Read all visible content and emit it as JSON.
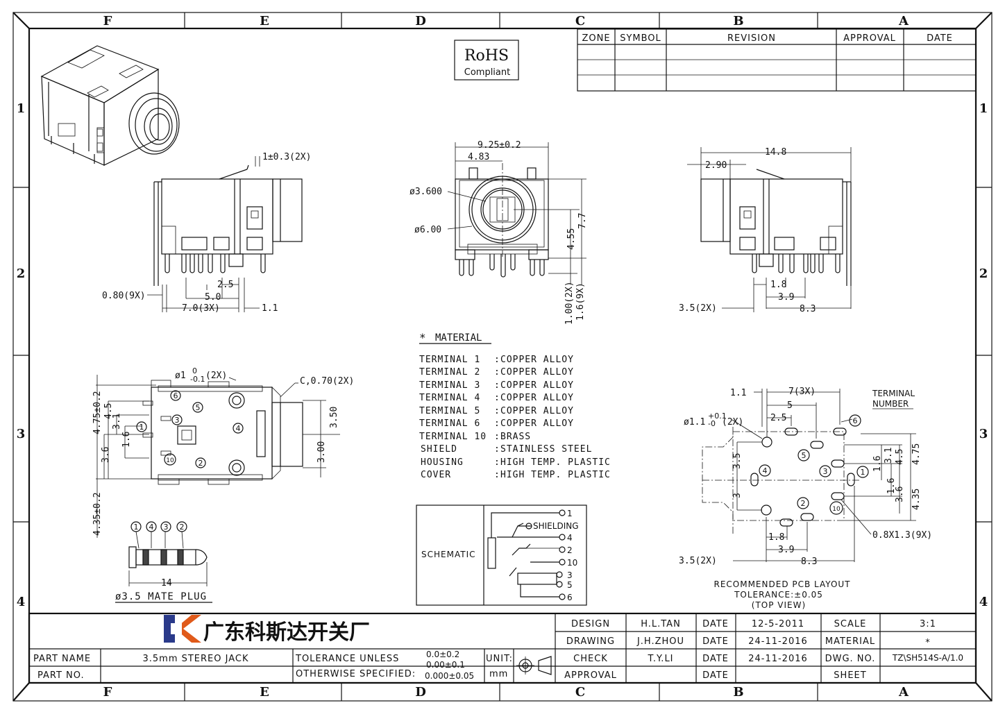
{
  "zones": {
    "cols": [
      "F",
      "E",
      "D",
      "C",
      "B",
      "A"
    ],
    "rows": [
      "1",
      "2",
      "3",
      "4"
    ]
  },
  "revision_table": {
    "headers": [
      "ZONE",
      "SYMBOL",
      "REVISION",
      "APPROVAL",
      "DATE"
    ]
  },
  "rohs": {
    "line1": "RoHS",
    "line2": "Compliant"
  },
  "side_view_left": {
    "pin_note": "1±0.3(2X)",
    "pin_width": "0.80(9X)",
    "dim_2_5": "2.5",
    "dim_5_0": "5.0",
    "dim_7_0": "7.0(3X)",
    "dim_1_1": "1.1"
  },
  "front_view": {
    "width": "9.25±0.2",
    "offset": "4.83",
    "inner_dia": "ø3.600",
    "outer_dia": "ø6.00",
    "height_center": "4.55",
    "height_total": "7.7",
    "pin_len_1": "1.00(2X)",
    "pin_len_2": "1.6(9X)"
  },
  "side_view_right": {
    "length": "14.8",
    "offset": "2.90",
    "dim_1_8": "1.8",
    "dim_3_9": "3.9",
    "dim_8_3": "8.3",
    "dim_3_5": "3.5(2X)"
  },
  "material": {
    "title": "MATERIAL",
    "rows": [
      {
        "part": "TERMINAL 1",
        "sep": ":",
        "mat": "COPPER ALLOY"
      },
      {
        "part": "TERMINAL 2",
        "sep": ":",
        "mat": "COPPER ALLOY"
      },
      {
        "part": "TERMINAL 3",
        "sep": ":",
        "mat": "COPPER ALLOY"
      },
      {
        "part": "TERMINAL 4",
        "sep": ":",
        "mat": "COPPER ALLOY"
      },
      {
        "part": "TERMINAL 5",
        "sep": ":",
        "mat": "COPPER ALLOY"
      },
      {
        "part": "TERMINAL 6",
        "sep": ":",
        "mat": "COPPER ALLOY"
      },
      {
        "part": "TERMINAL 10",
        "sep": ":",
        "mat": "BRASS"
      },
      {
        "part": "SHIELD",
        "sep": ":",
        "mat": "STAINLESS STEEL"
      },
      {
        "part": "HOUSING",
        "sep": ":",
        "mat": "HIGH TEMP. PLASTIC"
      },
      {
        "part": "COVER",
        "sep": ":",
        "mat": "HIGH TEMP. PLASTIC"
      }
    ]
  },
  "bottom_view": {
    "hole": "ø1",
    "hole_tol": "(2X)",
    "tol_up": "0",
    "tol_dn": "-0.1",
    "chamfer": "C,0.70(2X)",
    "h_4_75": "4.75±0.2",
    "h_4_5": "4.5",
    "h_3_1": "3.1",
    "h_1_6": "1.6",
    "h_3_6": "3.6",
    "h_4_35": "4.35±0.2",
    "r_3_50": "3.50",
    "r_3_00": "3.00"
  },
  "terminals": [
    "1",
    "2",
    "3",
    "4",
    "5",
    "6",
    "10"
  ],
  "plug": {
    "rings": [
      "1",
      "4",
      "3",
      "2"
    ],
    "length": "14",
    "caption": "ø3.5 MATE PLUG"
  },
  "schematic": {
    "title": "SCHEMATIC",
    "pins": [
      "1",
      "SHIELDING",
      "4",
      "2",
      "10",
      "3",
      "5",
      "6"
    ]
  },
  "pcb": {
    "dim_1_1": "1.1",
    "dim_7": "7(3X)",
    "dim_5": "5",
    "dim_2_5": "2.5",
    "hole": "ø1.1",
    "hole_tol": "(2X)",
    "tol_up": "+0.1",
    "tol_dn": "-0",
    "term_label_1": "TERMINAL",
    "term_label_2": "NUMBER",
    "v_3_5": "3.5",
    "v_3": "3",
    "r_3_1": "3.1",
    "r_1_6": "1.6",
    "r_4_5": "4.5",
    "r_4_75": "4.75",
    "r_1_6b": "1.6",
    "r_3_6": "3.6",
    "r_4_35": "4.35",
    "slot": "0.8X1.3(9X)",
    "b_1_8": "1.8",
    "b_3_9": "3.9",
    "b_8_3": "8.3",
    "b_3_5": "3.5(2X)",
    "caption1": "RECOMMENDED PCB LAYOUT",
    "caption2": "TOLERANCE:±0.05",
    "caption3": "(TOP VIEW)"
  },
  "title_block": {
    "company": "广东科斯达开关厂",
    "part_name_label": "PART NAME",
    "part_name": "3.5mm STEREO JACK",
    "part_no_label": "PART NO.",
    "tol_label1": "TOLERANCE UNLESS",
    "tol_label2": "OTHERWISE SPECIFIED:",
    "tol1": "0.0±0.2",
    "tol2": "0.00±0.1",
    "tol3": "0.000±0.05",
    "unit_label": "UNIT:",
    "unit": "mm",
    "roles": [
      "DESIGN",
      "DRAWING",
      "CHECK",
      "APPROVAL"
    ],
    "names": [
      "H.L.TAN",
      "J.H.ZHOU",
      "T.Y.LI",
      ""
    ],
    "date_label": "DATE",
    "dates": [
      "12-5-2011",
      "24-11-2016",
      "24-11-2016",
      ""
    ],
    "right_labels": [
      "SCALE",
      "MATERIAL",
      "DWG. NO.",
      "SHEET"
    ],
    "right_values": [
      "3:1",
      "*",
      "TZ\\SH514S-A/1.0",
      ""
    ]
  }
}
